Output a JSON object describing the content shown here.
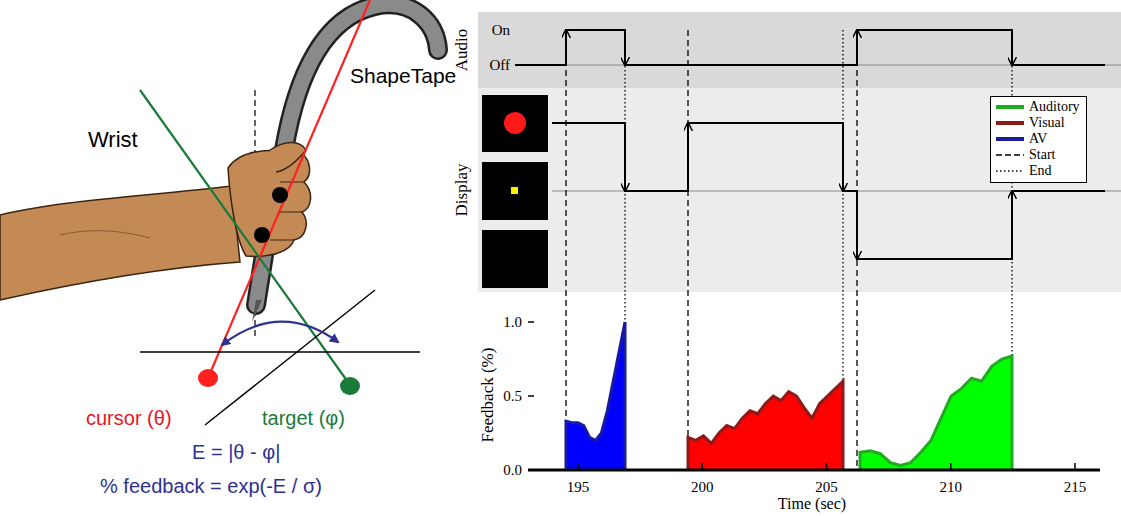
{
  "diagram": {
    "labels": [
      "Wrist",
      "ShapeTape",
      "cursor (θ)",
      "target (φ)",
      "E = |θ - φ|",
      "% feedback = exp(-E / σ)",
      "Audio",
      "On",
      "Off",
      "Display",
      "Feedback (%)",
      "1.0",
      "0.5",
      "0.0",
      "195",
      "200",
      "205",
      "210",
      "215",
      "Time (sec)"
    ],
    "legend": [
      {
        "text": "Auditory",
        "color": "#1faa1f"
      },
      {
        "text": "Visual",
        "color": "#8b1a1a"
      },
      {
        "text": "AV",
        "color": "#1a1aa0"
      },
      {
        "text": "Start"
      },
      {
        "text": "End"
      }
    ]
  }
}
